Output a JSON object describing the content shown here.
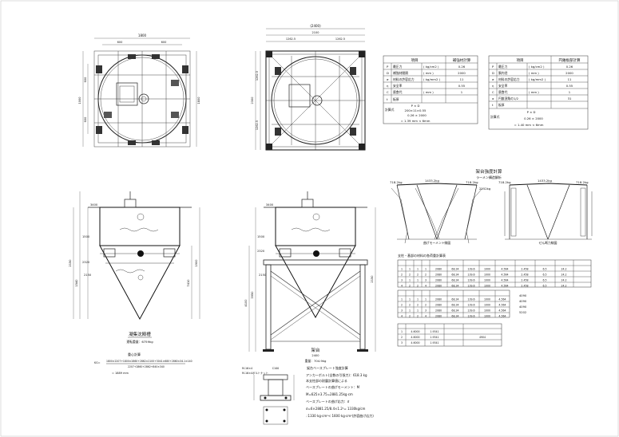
{
  "top_left_dims": [
    "1800",
    "600",
    "600",
    "1000",
    "600",
    "600",
    "1800",
    "1880",
    "2150"
  ],
  "top_right_dims": [
    "2100",
    "1262.5",
    "1262.5",
    "2300",
    "1262.5",
    "1262.5"
  ],
  "table1": {
    "header": [
      "項目",
      "補強材計算"
    ],
    "rows": [
      [
        "P",
        "最圧力",
        "( kg/cm2 )",
        "0.26"
      ],
      [
        "D",
        "補強材間隔",
        "( mm )",
        "2000"
      ],
      [
        "σ",
        "材料の許容応力",
        "( kg/mm2 )",
        "11"
      ],
      [
        "η",
        "安全率",
        "",
        "0.55"
      ],
      [
        "C",
        "腐食代",
        "( mm )",
        "1"
      ],
      [
        "t",
        "板厚",
        "",
        ""
      ]
    ],
    "formula_label": "計算式",
    "formula_lines": [
      "P × D",
      "200×11×0.55",
      "0.26 × 2000",
      "= 1.39 mm < 6mm"
    ]
  },
  "table2": {
    "header": [
      "項目",
      "円錐板部計算"
    ],
    "rows": [
      [
        "P",
        "最圧力",
        "( kg/cm2 )",
        "0.26"
      ],
      [
        "D",
        "胴内径",
        "( mm )",
        "2000"
      ],
      [
        "σ",
        "材料の許容応力",
        "( kg/mm2 )",
        "11"
      ],
      [
        "η",
        "安全率",
        "",
        "0.55"
      ],
      [
        "C",
        "腐食代",
        "( mm )",
        "1"
      ],
      [
        "α",
        "円錐頂角の1/2",
        "",
        "31"
      ],
      [
        "t",
        "板厚",
        "",
        ""
      ]
    ],
    "formula_label": "計算式",
    "formula_lines": [
      "P × D",
      "0.26 × 2000",
      "= 1.40 mm < 6mm"
    ]
  },
  "frame_title": "架台強度計算",
  "frame_subtitle": "ラーメン構造解析",
  "frame_loads": [
    "718.2kg",
    "1433.2kg",
    "718.2kg",
    "2252kg",
    "718.2kg",
    "1433.2kg",
    "718.2kg"
  ],
  "frame_caption_left": "曲げモーメント線図",
  "frame_caption_right": "せん断力線図",
  "results_title": "支柱・基部の材料の各荷重計算表",
  "results_table1": [
    [
      "1",
      "1",
      "1",
      "1",
      "2080",
      "68.34",
      "139.6",
      "1000",
      "4.564",
      "2.458",
      "6.5",
      "24.2"
    ],
    [
      "2",
      "2",
      "2",
      "2",
      "2080",
      "68.34",
      "139.6",
      "1000",
      "4.564",
      "2.458",
      "6.5",
      "24.2"
    ],
    [
      "3",
      "1",
      "1",
      "3",
      "2080",
      "68.34",
      "139.6",
      "1000",
      "4.564",
      "2.458",
      "6.5",
      "24.2"
    ],
    [
      "4",
      "2",
      "2",
      "4",
      "2080",
      "68.34",
      "139.6",
      "1000",
      "4.564",
      "2.458",
      "6.5",
      "24.2"
    ]
  ],
  "results_table2": [
    [
      "1",
      "1",
      "1",
      "1",
      "2080",
      "68.34",
      "139.6",
      "1000",
      "4.564"
    ],
    [
      "2",
      "2",
      "2",
      "2",
      "2080",
      "68.34",
      "139.6",
      "1000",
      "4.564"
    ],
    [
      "3",
      "1",
      "1",
      "3",
      "2080",
      "68.34",
      "139.6",
      "1000",
      "4.564"
    ],
    [
      "4",
      "2",
      "2",
      "4",
      "2080",
      "68.34",
      "139.6",
      "1000",
      "4.564"
    ]
  ],
  "results_notes": [
    "4090",
    "4090",
    "4090",
    "5202"
  ],
  "results_table3": [
    [
      "1",
      "4.6000",
      "1.9341",
      "",
      ""
    ],
    [
      "2",
      "4.6000",
      "1.9341",
      "",
      "4904"
    ],
    [
      "3",
      "4.6000",
      "1.9341",
      "",
      ""
    ]
  ],
  "tank_left": {
    "title": "凝集沈殿槽",
    "subtitle": "運転重量：6759kg",
    "dims": [
      "3400",
      "1500",
      "2320",
      "2150",
      "2150",
      "1540",
      "7410",
      "1900"
    ],
    "calc_title": "重心計算",
    "calc_lines": [
      "KG=",
      "1800×2207+1800×2860+2862×2100+3041×680+2860×34.1×140",
      "2207+2860+2862+840×340",
      "= 1889 mm"
    ]
  },
  "tank_right": {
    "title": "架台",
    "subtitle": "重量：704.9kg",
    "dims": [
      "3400",
      "1500",
      "2320",
      "2150",
      "3950",
      "4100",
      "2150",
      "2400"
    ]
  },
  "detail_labels": [
    "M-16×4",
    "M-16×4ボルトナット",
    "C100"
  ],
  "anchor_calc": {
    "title": "架台ベースプレート強度計算",
    "lines": [
      "アンカーボルト(全数の引張力)：618.3 kg",
      "本支柱部の耐震計算値による",
      "ベースプレートの曲げモーメント：M",
      "M=625×3.75=2881.25kg·cm",
      "ベースプレートの曲げ応力：σ",
      "σ=6×2881.25/8.4×1.2²= 1330kg/cm",
      "∴1330 kg·cm²< 1600 kg·cm²(許容曲げ応力)"
    ]
  }
}
